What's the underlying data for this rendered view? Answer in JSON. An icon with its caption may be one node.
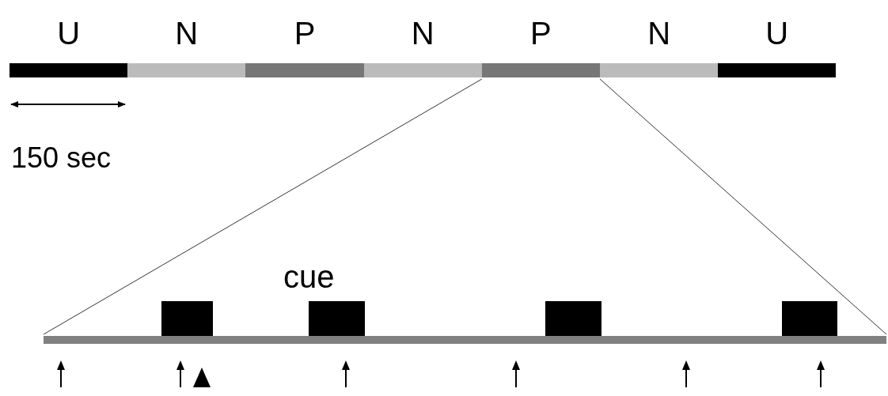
{
  "diagram": {
    "nodes": [
      {
        "text": [
          "U"
        ]
      },
      {
        "text": [
          "N"
        ]
      },
      {
        "text": [
          "P"
        ]
      },
      {
        "text": [
          "N"
        ]
      },
      {
        "text": [
          "P"
        ]
      },
      {
        "text": [
          "N"
        ]
      },
      {
        "text": [
          "U"
        ]
      },
      {
        "text": [],
        "shape": "bar"
      },
      {
        "text": [],
        "shape": "box"
      },
      {
        "text": [
          "cue"
        ]
      },
      {
        "text": [],
        "shape": "box"
      },
      {
        "text": [],
        "shape": "box"
      }
    ],
    "edges": [
      {
        "from": 4,
        "to": 7,
        "arrow": "none"
      },
      {
        "from": 4,
        "to": 7,
        "arrow": "none"
      }
    ],
    "labels": [
      "150 sec"
    ]
  }
}
